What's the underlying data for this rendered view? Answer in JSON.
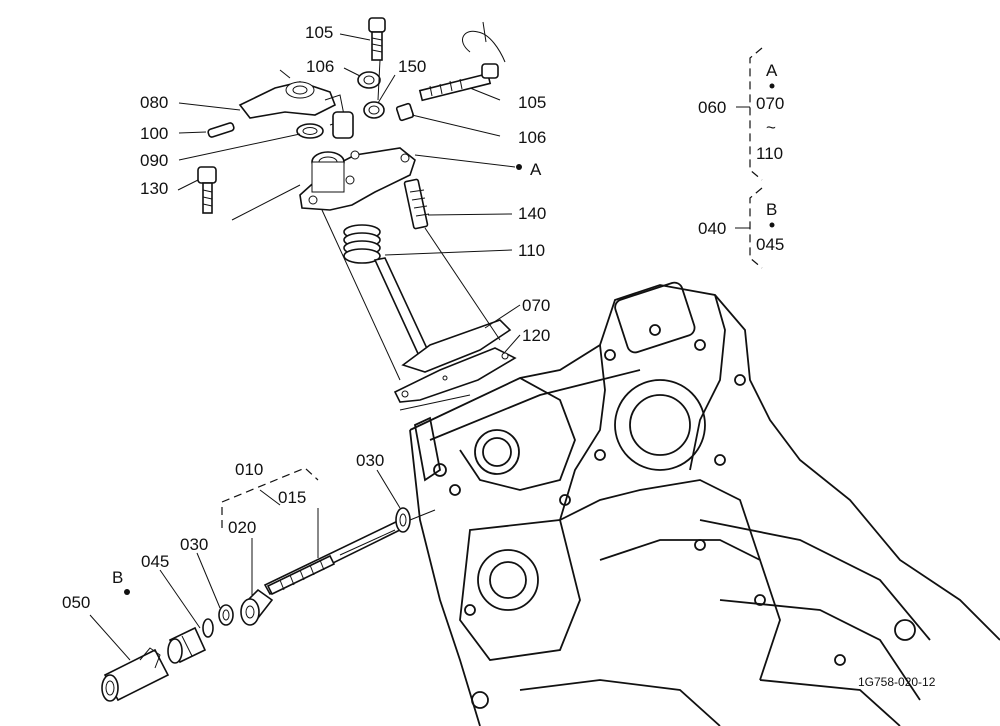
{
  "labels": {
    "p105_top": "105",
    "p106_top": "106",
    "p150": "150",
    "p080": "080",
    "p100": "100",
    "p090": "090",
    "p130": "130",
    "p105_right": "105",
    "p106_right": "106",
    "pA": "A",
    "p140": "140",
    "p110": "110",
    "p070": "070",
    "p120": "120",
    "p030_upper": "030",
    "p010": "010",
    "p015": "015",
    "p020": "020",
    "p030_lower": "030",
    "p045": "045",
    "pB": "B",
    "p050": "050"
  },
  "groups": {
    "g060": {
      "label": "060",
      "top": "A",
      "mid": "070",
      "tilde": "~",
      "bottom": "110"
    },
    "g040": {
      "label": "040",
      "top": "B",
      "bottom": "045"
    }
  },
  "figure_code": "1G758-020-12"
}
